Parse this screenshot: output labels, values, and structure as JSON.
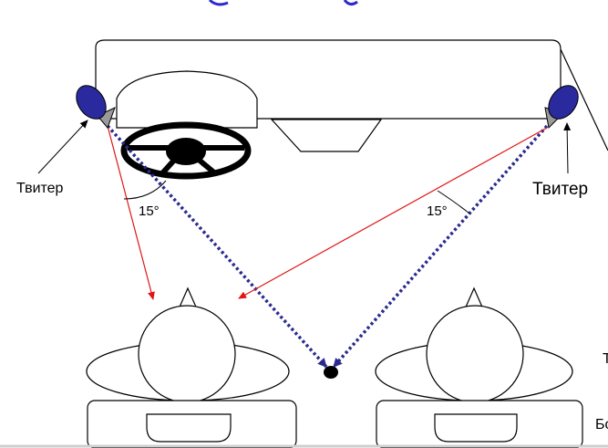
{
  "labels": {
    "tweeter_left": "Твитер",
    "tweeter_right": "Твитер",
    "angle_left": "15°",
    "angle_right": "15°",
    "edge_partial_1": "Т",
    "edge_partial_2": "Бо"
  },
  "colors": {
    "tweeter": "#2a2a9e",
    "tweeter_tip": "#9a9a9a",
    "red_line": "#e01515",
    "dotted_line": "#2b2b8f",
    "outline": "#000000",
    "title_fragment": "#2a2ad0"
  }
}
